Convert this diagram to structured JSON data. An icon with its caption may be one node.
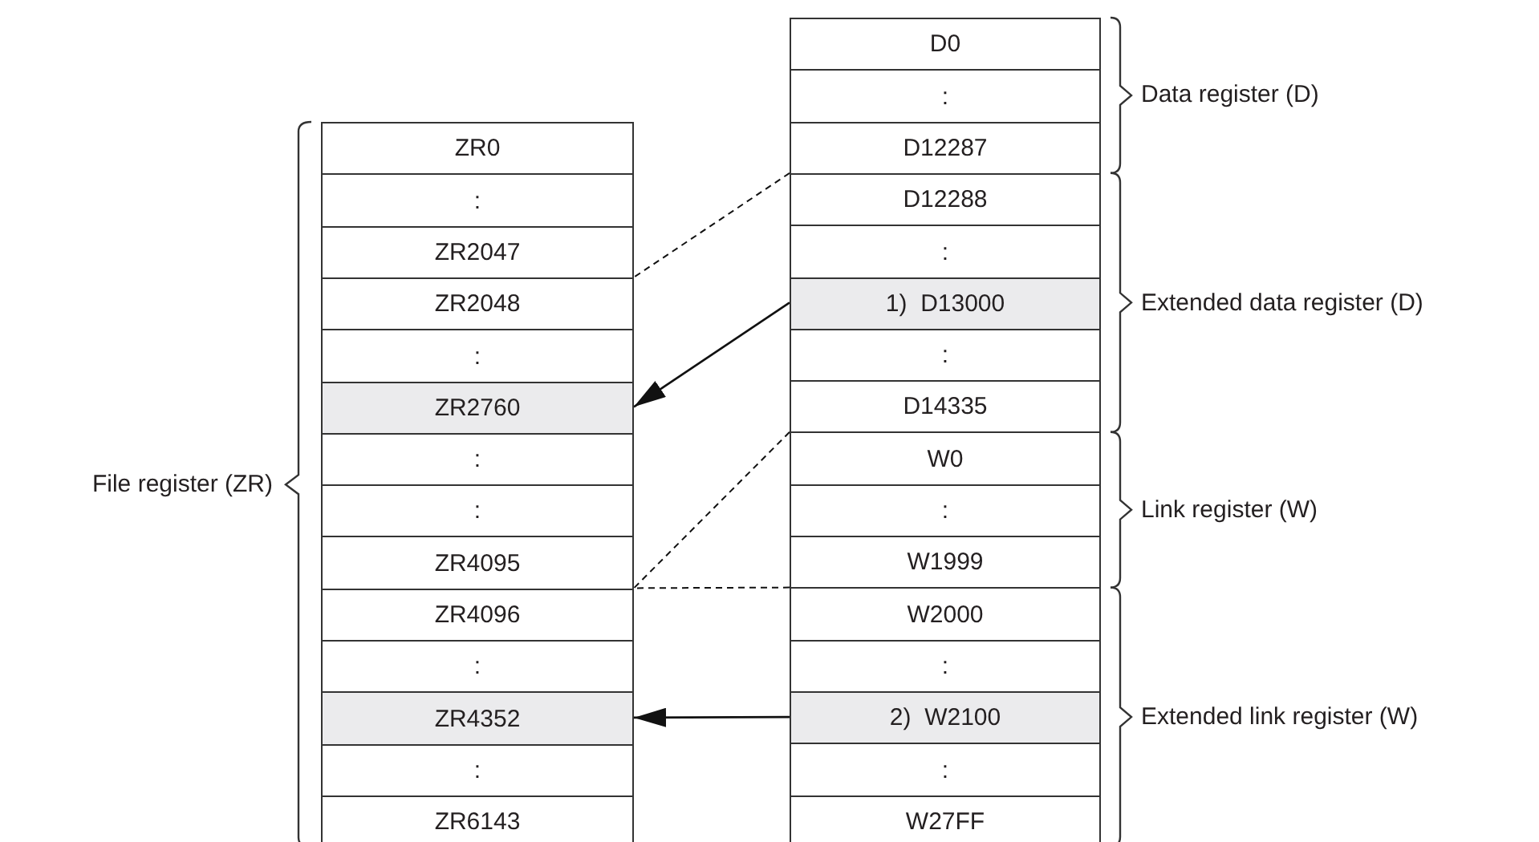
{
  "diagram": {
    "nodes": [
      {
        "text": [
          "ZR0"
        ]
      },
      {
        "text": [
          ":"
        ]
      },
      {
        "text": [
          "ZR2047"
        ]
      },
      {
        "text": [
          "ZR2048"
        ]
      },
      {
        "text": [
          ":"
        ]
      },
      {
        "text": [
          "ZR2760"
        ]
      },
      {
        "text": [
          ":"
        ]
      },
      {
        "text": [
          ":"
        ]
      },
      {
        "text": [
          "ZR4095"
        ]
      },
      {
        "text": [
          "ZR4096"
        ]
      },
      {
        "text": [
          ":"
        ]
      },
      {
        "text": [
          "ZR4352"
        ]
      },
      {
        "text": [
          ":"
        ]
      },
      {
        "text": [
          "ZR6143"
        ]
      },
      {
        "text": [
          "D0"
        ]
      },
      {
        "text": [
          ":"
        ]
      },
      {
        "text": [
          "D12287"
        ]
      },
      {
        "text": [
          "D12288"
        ]
      },
      {
        "text": [
          ":"
        ]
      },
      {
        "text": [
          "1)  D13000"
        ]
      },
      {
        "text": [
          ":"
        ]
      },
      {
        "text": [
          "D14335"
        ]
      },
      {
        "text": [
          "W0"
        ]
      },
      {
        "text": [
          ":"
        ]
      },
      {
        "text": [
          "W1999"
        ]
      },
      {
        "text": [
          "W2000"
        ]
      },
      {
        "text": [
          ":"
        ]
      },
      {
        "text": [
          "2)  W2100"
        ]
      },
      {
        "text": [
          ":"
        ]
      },
      {
        "text": [
          "W27FF"
        ]
      }
    ],
    "edges": [
      {
        "from": 19,
        "to": 5,
        "arrow": "to"
      },
      {
        "from": 27,
        "to": 11,
        "arrow": "to"
      },
      {
        "from": 17,
        "to": 2,
        "arrow": "none",
        "style": "dashed"
      },
      {
        "from": 22,
        "to": 8,
        "arrow": "none",
        "style": "dashed"
      },
      {
        "from": 25,
        "to": 8,
        "arrow": "none",
        "style": "dashed"
      }
    ],
    "labels": [
      "Data register (D)",
      "Extended data register (D)",
      "File register (ZR)",
      "Link register (W)",
      "Extended link register (W)"
    ]
  }
}
